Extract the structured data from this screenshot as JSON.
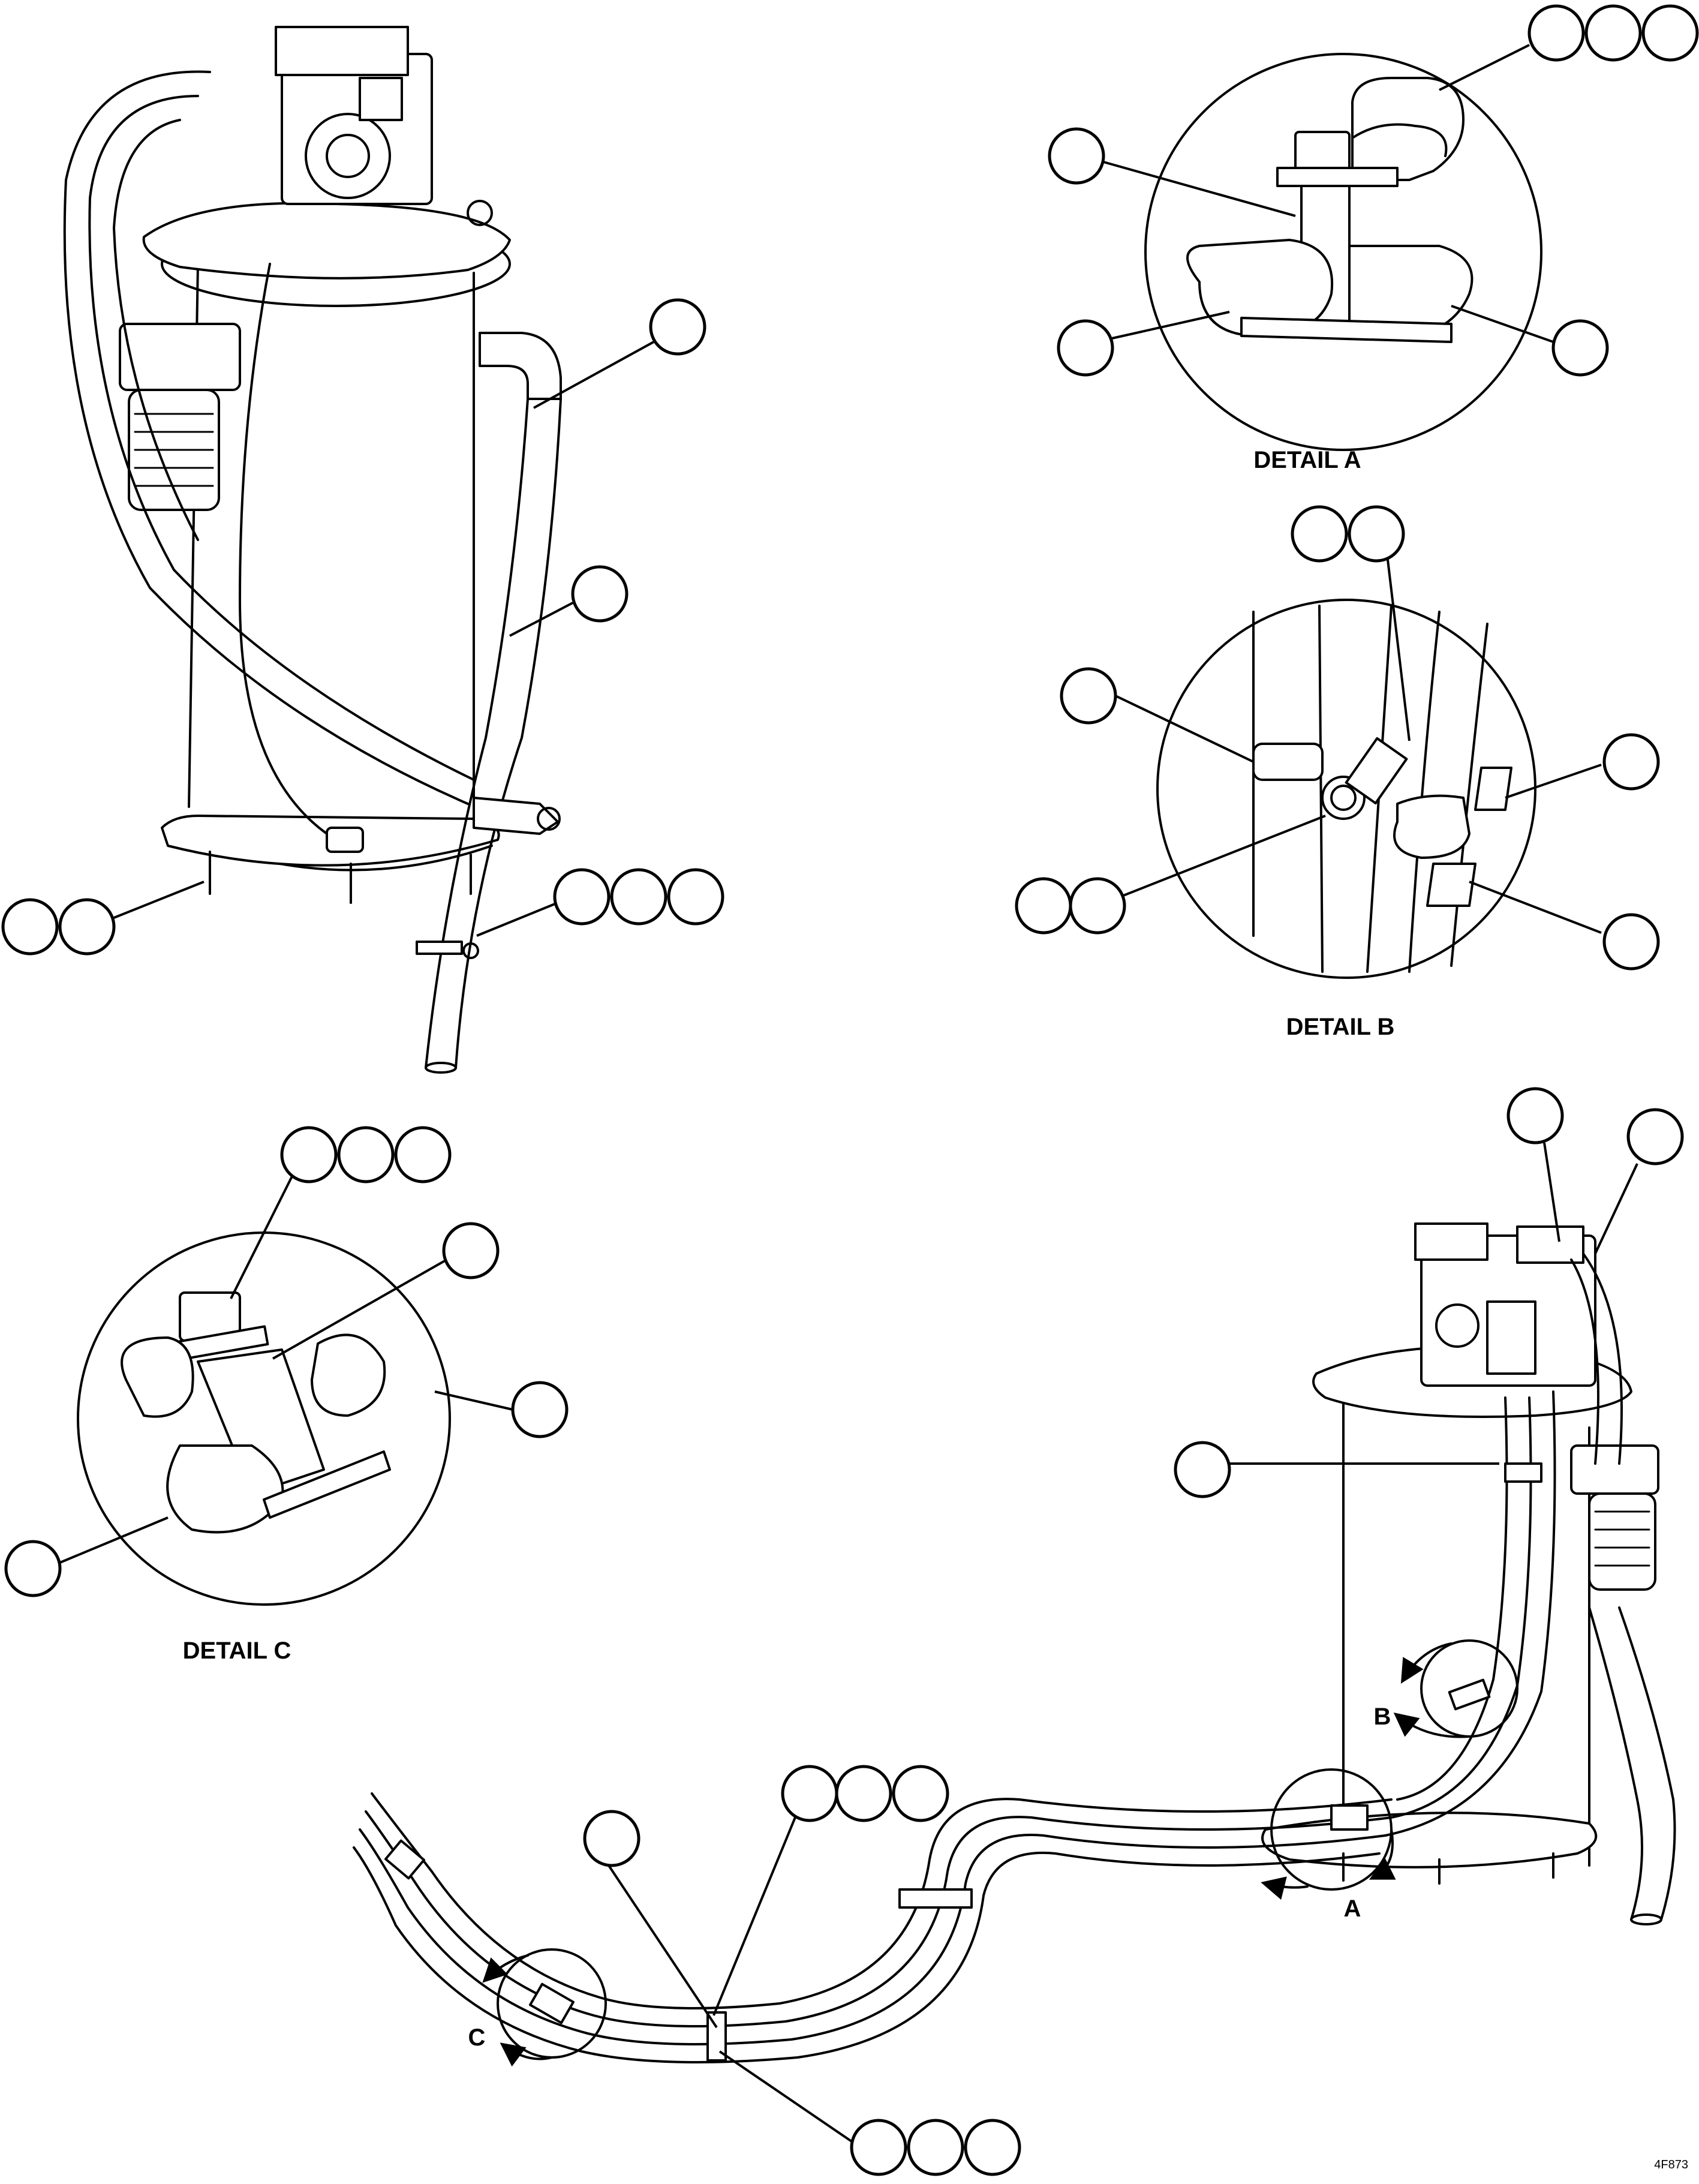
{
  "figure": {
    "labels": {
      "detail_a": "DETAIL A",
      "detail_b": "DETAIL B",
      "detail_c": "DETAIL C",
      "view_a": "A",
      "view_b": "B",
      "view_c": "C",
      "drawing_number": "4F873"
    }
  }
}
